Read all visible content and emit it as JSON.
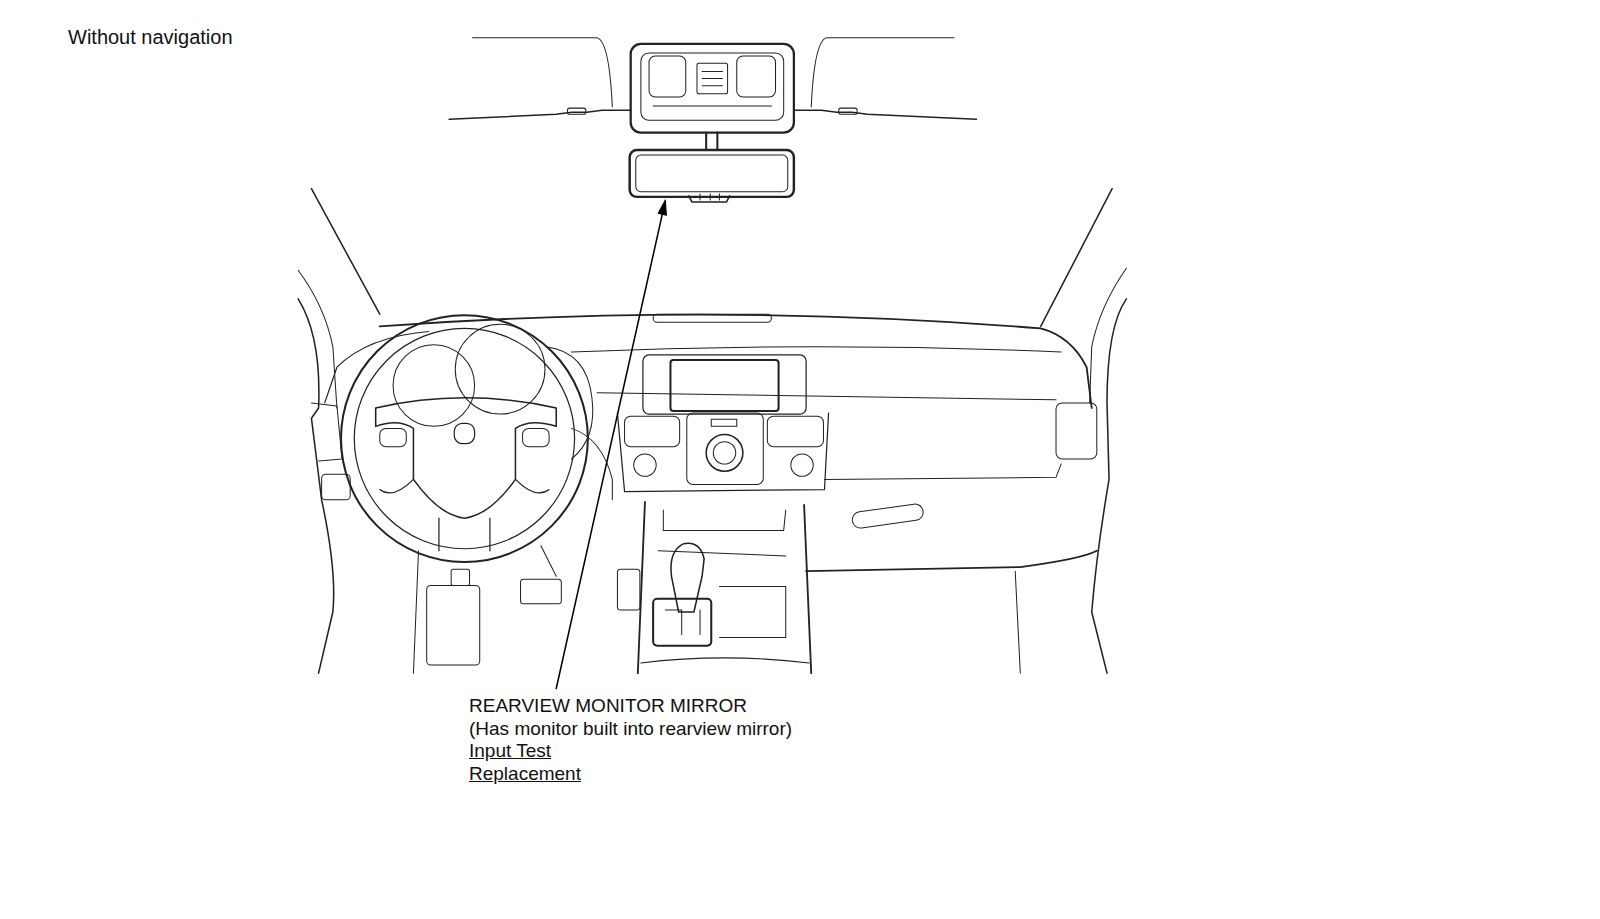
{
  "diagram": {
    "title": "Without navigation",
    "labels": [
      "REARVIEW MONITOR MIRROR",
      "(Has monitor built into rearview mirror)",
      "Input Test",
      "Replacement"
    ]
  }
}
